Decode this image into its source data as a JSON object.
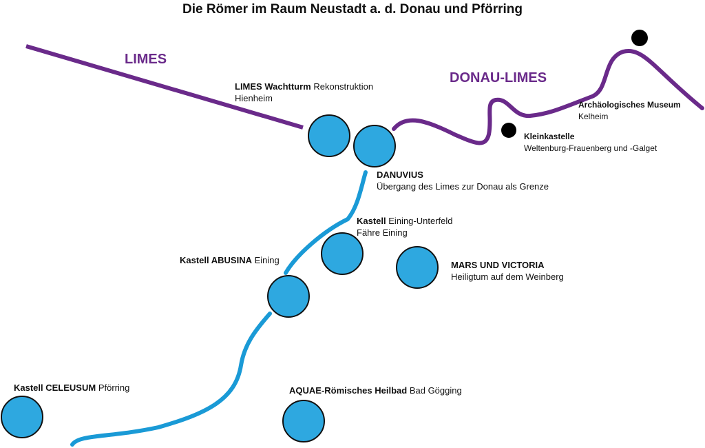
{
  "title": "Die Römer im Raum Neustadt a. d. Donau und Pförring",
  "colors": {
    "limes": "#6a2a8a",
    "river": "#1a9ad6",
    "site": "#2ea8e0",
    "marker": "#000000"
  },
  "routes": {
    "limes": "LIMES",
    "donau_limes": "DONAU-LIMES"
  },
  "sites": [
    {
      "bold": "LIMES Wachtturm",
      "text": "Rekonstruktion",
      "line2": "Hienheim"
    },
    {
      "bold": "DANUVIUS",
      "text": "",
      "line2": "Übergang des Limes zur Donau als Grenze"
    },
    {
      "bold": "Kastell",
      "text": "Eining-Unterfeld",
      "line2": "Fähre Eining"
    },
    {
      "bold": "MARS UND VICTORIA",
      "text": "",
      "line2": "Heiligtum auf dem Weinberg"
    },
    {
      "bold": "Kastell ABUSINA",
      "text": "Eining",
      "line2": ""
    },
    {
      "bold": "Kastell CELEUSUM",
      "text": "Pförring",
      "line2": ""
    },
    {
      "bold": "AQUAE-Römisches Heilbad",
      "text": "Bad Gögging",
      "line2": ""
    },
    {
      "bold": "Kleinkastelle",
      "text": "",
      "line2": "Weltenburg-Frauenberg und -Galget"
    },
    {
      "bold": "Archäologisches Museum",
      "text": "",
      "line2": "Kelheim"
    }
  ]
}
